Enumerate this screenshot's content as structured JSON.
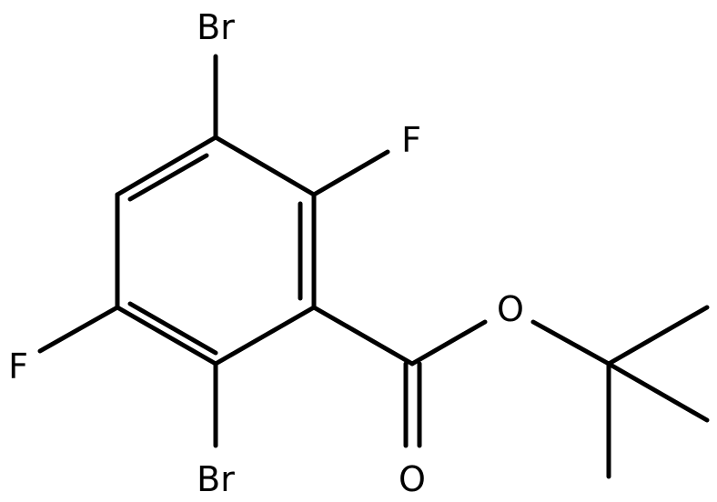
{
  "molecule": {
    "atoms": {
      "br_top": "Br",
      "f_right": "F",
      "f_left": "F",
      "br_bottom": "Br",
      "o_ester": "O",
      "o_carbonyl": "O"
    }
  },
  "colors": {
    "bond": "#000000",
    "label": "#000000",
    "background": "#ffffff"
  }
}
